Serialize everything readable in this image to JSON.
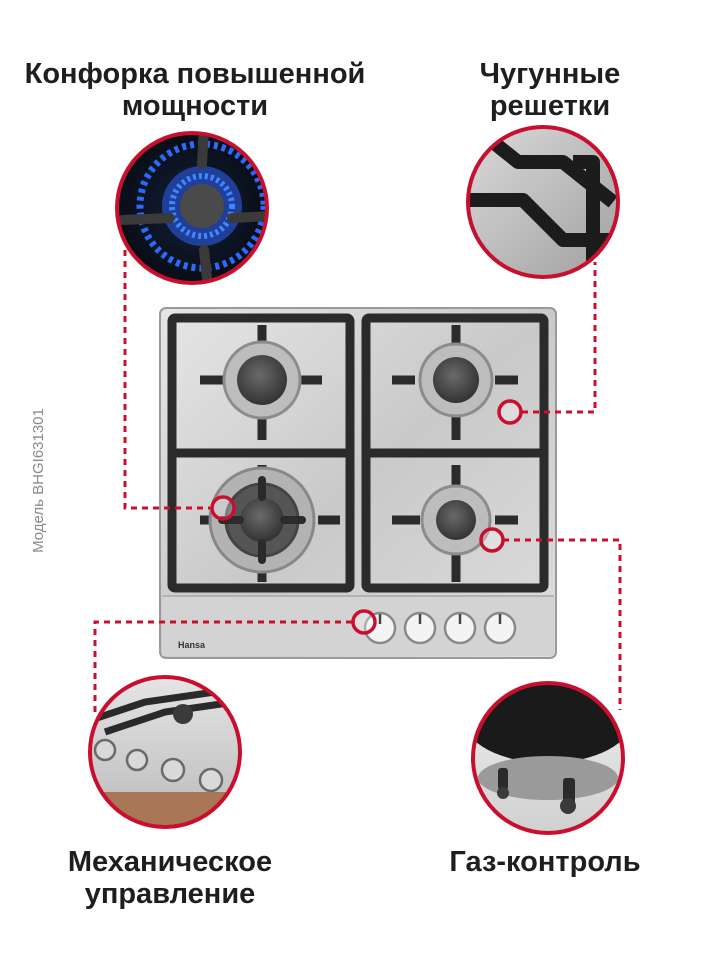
{
  "features": {
    "burner_power": "Конфорка повышенной\nмощности",
    "cast_grates": "Чугунные\nрешетки",
    "mechanical_control": "Механическое\nуправление",
    "gas_control": "Газ-контроль"
  },
  "model_label": "Модель BHGI631301",
  "brand": "Hansa",
  "colors": {
    "accent": "#c8102e",
    "steel": "#cfcfcf",
    "grate": "#2b2b2b",
    "flame": "#2a6bff"
  }
}
